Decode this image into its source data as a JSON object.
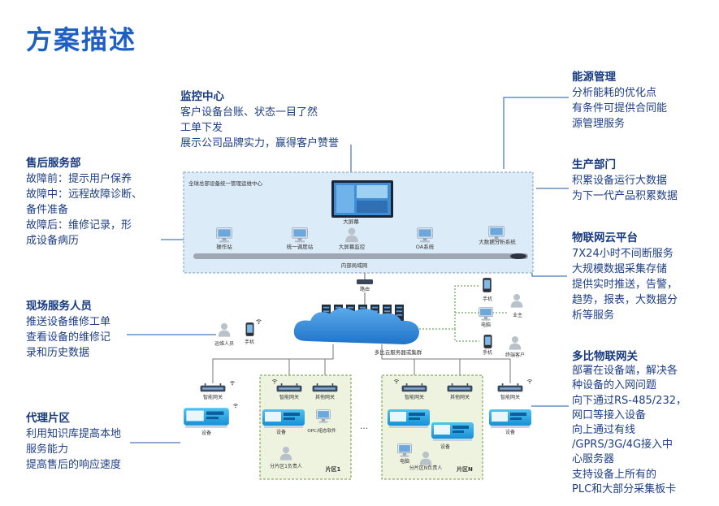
{
  "title": "方案描述",
  "monitoring": {
    "heading": "监控中心",
    "lines": [
      "客户设备台账、状态一目了然",
      "工单下发",
      "展示公司品牌实力，赢得客户赞誉"
    ]
  },
  "energy": {
    "heading": "能源管理",
    "lines": [
      "分析能耗的优化点",
      "有条件可提供合同能",
      "源管理服务"
    ]
  },
  "aftersales": {
    "heading": "售后服务部",
    "lines": [
      "故障前：提示用户保养",
      "故障中：远程故障诊断、",
      "备件准备",
      "故障后：维修记录，形",
      "成设备病历"
    ]
  },
  "production": {
    "heading": "生产部门",
    "lines": [
      "积累设备运行大数据",
      "为下一代产品积累数据"
    ]
  },
  "iot_cloud": {
    "heading": "物联网云平台",
    "lines": [
      "7X24小时不间断服务",
      "大规模数据采集存储",
      "提供实时推送，告警，",
      "趋势，报表，大数据分",
      "析等服务"
    ]
  },
  "field_staff": {
    "heading": "现场服务人员",
    "lines": [
      "推送设备维修工单",
      "查看设备的维修记",
      "录和历史数据"
    ]
  },
  "gateway": {
    "heading": "多比物联网关",
    "lines": [
      "部署在设备端，解决各",
      "种设备的入网问题",
      "向下通过RS-485/232，",
      "网口等接入设备",
      "向上通过有线",
      "/GPRS/3G/4G接入中",
      "心服务器",
      "支持设备上所有的",
      "PLC和大部分采集板卡"
    ]
  },
  "agent": {
    "heading": "代理片区",
    "lines": [
      "利用知识库提高本地",
      "服务能力",
      "提高售后的响应速度"
    ]
  },
  "diagram": {
    "center_box_label": "全球总部设备统一管理运维中心",
    "big_screen": "大屏幕",
    "stations": [
      "操作站",
      "统一调度站",
      "大屏幕监控",
      "OA系统",
      "大数据分析系统"
    ],
    "lan": "内部局域网",
    "router": "路由",
    "cloud": "多比云服务器或集群",
    "phone": "手机",
    "owner": "业主",
    "computer": "电脑",
    "terminal_customer": "终端客户",
    "maintainer": "运维人员",
    "smart_gateway": "智能网关",
    "other_gateway": "其他网关",
    "device": "设备",
    "opc": "OPC/组态软件",
    "zone1": "片区1",
    "zoneN": "片区N",
    "zone1_leader": "分片区1负责人",
    "zoneN_leader": "分片区N负责人",
    "ellipsis": "…"
  }
}
